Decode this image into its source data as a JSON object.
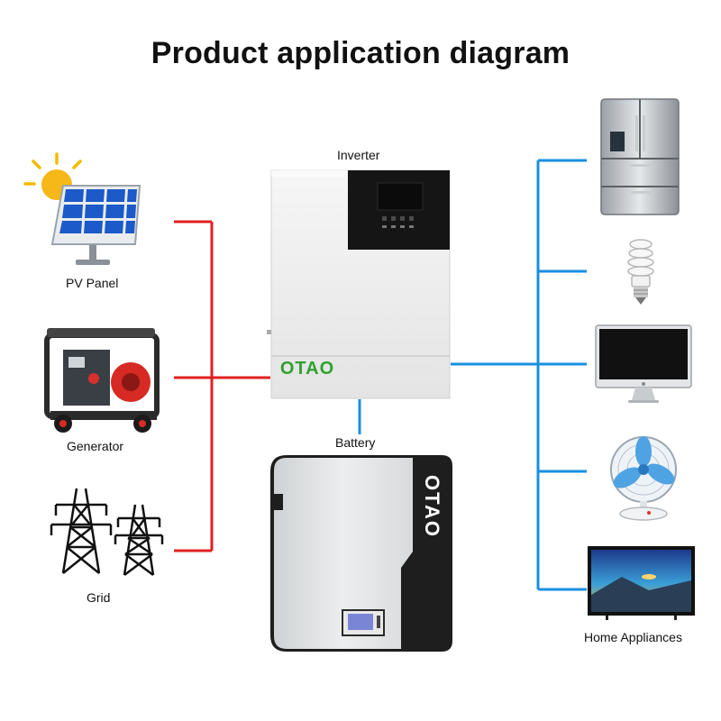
{
  "title": "Product application diagram",
  "sources": [
    {
      "label": "PV Panel",
      "icon": "solar-panel-icon"
    },
    {
      "label": "Generator",
      "icon": "generator-icon"
    },
    {
      "label": "Grid",
      "icon": "power-tower-icon"
    }
  ],
  "inverter": {
    "label": "Inverter",
    "brand": "OTAO"
  },
  "battery": {
    "label": "Battery",
    "brand": "OTAO"
  },
  "loads": {
    "label": "Home Appliances",
    "items": [
      {
        "icon": "refrigerator-icon"
      },
      {
        "icon": "light-bulb-icon"
      },
      {
        "icon": "monitor-icon"
      },
      {
        "icon": "fan-icon"
      },
      {
        "icon": "television-icon"
      }
    ]
  },
  "colors": {
    "source_line": "#e02020",
    "load_line": "#1a8fe0",
    "brand_green": "#2fa12f"
  }
}
